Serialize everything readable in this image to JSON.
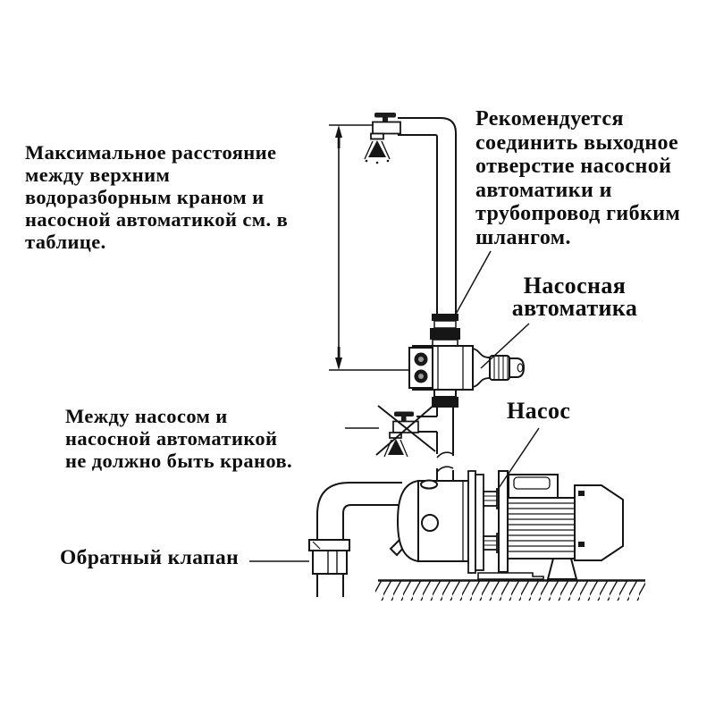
{
  "page": {
    "background": "#ffffff",
    "ink": "#141414",
    "text_color": "#0d0d0d"
  },
  "annotations": {
    "max_distance_note": {
      "lines": [
        "Максимальное расстояние",
        "между верхним",
        "водоразборным краном и",
        "насосной автоматикой см. в",
        "таблице."
      ]
    },
    "flexible_hose_note": {
      "lines": [
        "Рекомендуется",
        "соединить выходное",
        "отверстие насосной",
        "автоматики и",
        "трубопровод гибким",
        "шлангом."
      ]
    },
    "pump_automation_label": {
      "lines": [
        "Насосная",
        "автоматика"
      ]
    },
    "pump_label": "Насос",
    "no_taps_note": {
      "lines": [
        "Между насосом и",
        "насосной автоматикой",
        "не должно быть кранов."
      ]
    },
    "check_valve_label": "Обратный клапан"
  },
  "diagram": {
    "type": "technical-illustration",
    "components": [
      "top-water-tap",
      "dimension-line",
      "riser-pipe",
      "flexible-hose-coupling",
      "pump-automation-unit",
      "prohibited-tap-with-cross",
      "suction-pipe",
      "check-valve",
      "jet-pump",
      "electric-motor",
      "ground-hatching"
    ]
  }
}
